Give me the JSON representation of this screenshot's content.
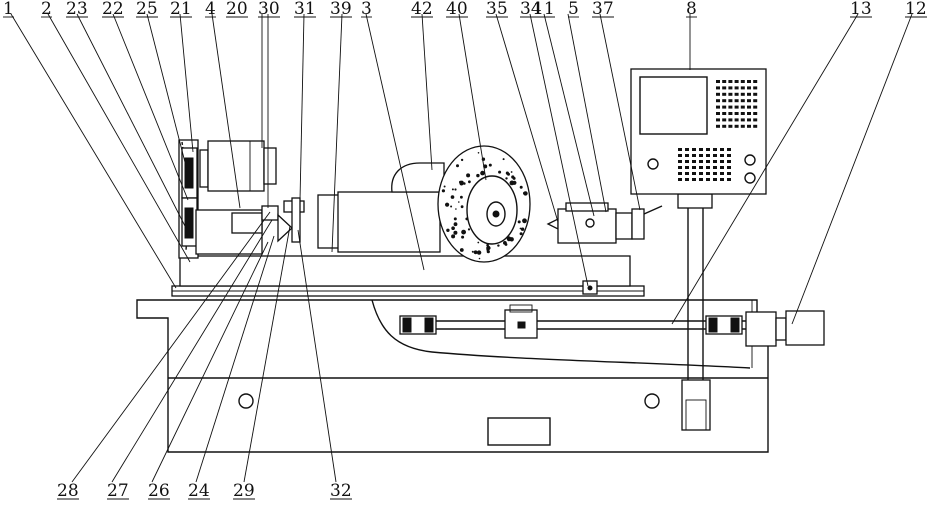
{
  "labels_top": [
    "1",
    "2",
    "23",
    "22",
    "25",
    "21",
    "4",
    "20",
    "30",
    "31",
    "39",
    "3",
    "42",
    "40",
    "35",
    "34",
    "11",
    "5",
    "37",
    "8",
    "13",
    "12"
  ],
  "labels_bottom": [
    "28",
    "27",
    "26",
    "24",
    "29",
    "32"
  ],
  "colors": {
    "line": "#111111",
    "background": "#ffffff"
  }
}
